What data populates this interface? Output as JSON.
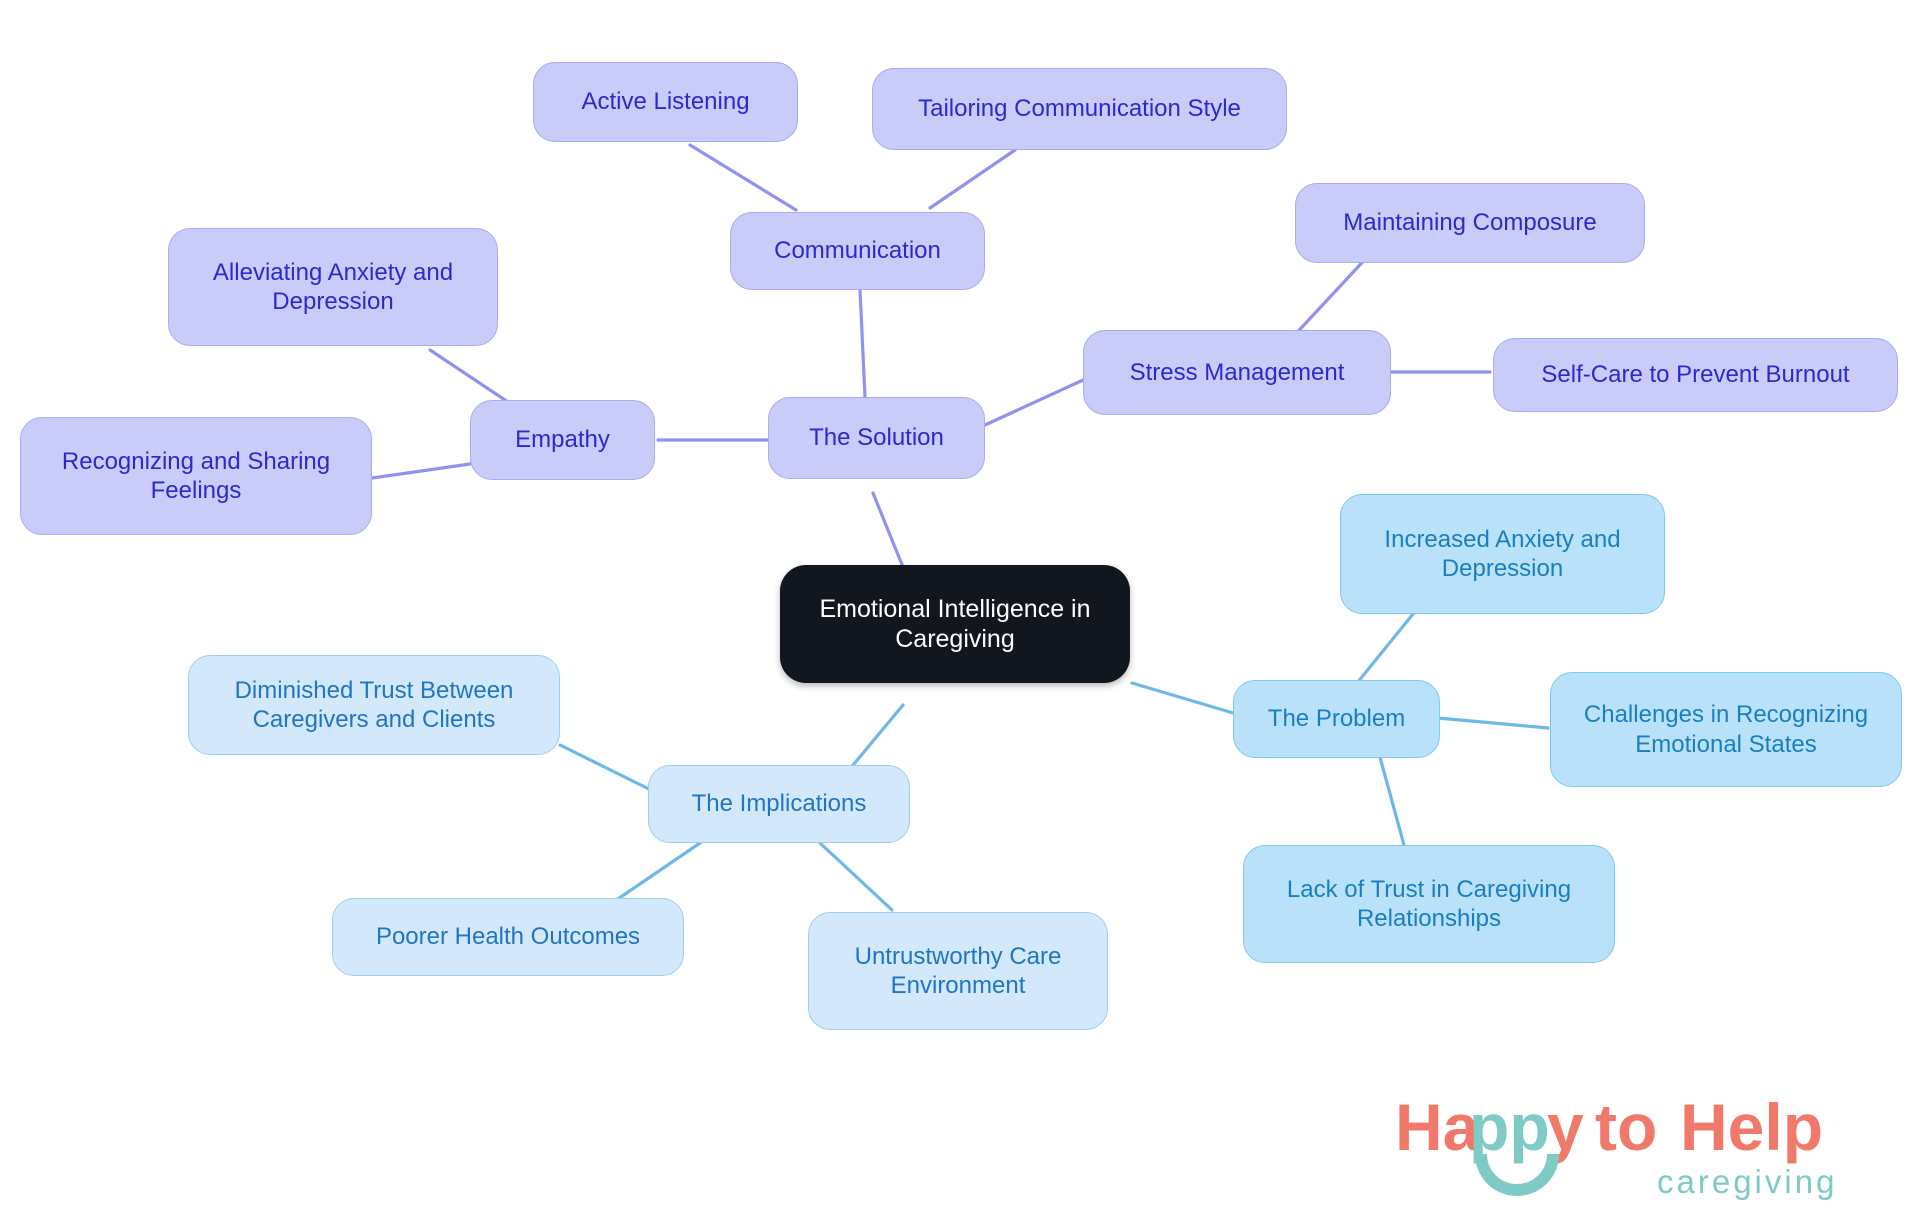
{
  "diagram": {
    "title": "Emotional Intelligence in Caregiving",
    "type": "mindmap",
    "colors": {
      "root_bg": "#12161f",
      "root_text": "#ffffff",
      "solution_bg": "#c9cbf9",
      "solution_border": "#a9acee",
      "solution_text": "#2a2ad0",
      "problem_bg": "#b9e2fa",
      "problem_border": "#7ec8ee",
      "problem_text": "#1a7fc1",
      "implications_bg": "#d4e8fb",
      "implications_border": "#9ecdf2",
      "implications_text": "#1f76c4",
      "edge_purple": "#8f92ee",
      "edge_blue": "#6cb8e6",
      "canvas_bg": "#ffffff"
    },
    "nodes": {
      "root": "Emotional Intelligence in Caregiving",
      "solution": "The Solution",
      "communication": "Communication",
      "active_listening": "Active Listening",
      "tailoring_communication_style": "Tailoring Communication Style",
      "empathy": "Empathy",
      "alleviating_anxiety_and_depression": "Alleviating Anxiety and\nDepression",
      "recognizing_and_sharing_feelings": "Recognizing and Sharing\nFeelings",
      "stress_management": "Stress Management",
      "maintaining_composure": "Maintaining Composure",
      "self_care_to_prevent_burnout": "Self-Care to Prevent Burnout",
      "problem": "The Problem",
      "increased_anxiety_and_depression": "Increased Anxiety and\nDepression",
      "challenges_in_recognizing_emotional_states": "Challenges in Recognizing\nEmotional States",
      "lack_of_trust_in_caregiving_relationships": "Lack of Trust in Caregiving\nRelationships",
      "implications": "The Implications",
      "diminished_trust_between_caregivers_and_clients": "Diminished Trust Between\nCaregivers and Clients",
      "poorer_health_outcomes": "Poorer Health Outcomes",
      "untrustworthy_care_environment": "Untrustworthy Care\nEnvironment"
    }
  },
  "logo": {
    "word_happy": "Happy",
    "word_happy_part1": "Ha",
    "word_happy_part2": "pp",
    "word_happy_part3": "y",
    "word_to": "to",
    "word_help": "Help",
    "tagline": "caregiving",
    "coral": "#f0796a",
    "teal": "#7ecbc6"
  }
}
